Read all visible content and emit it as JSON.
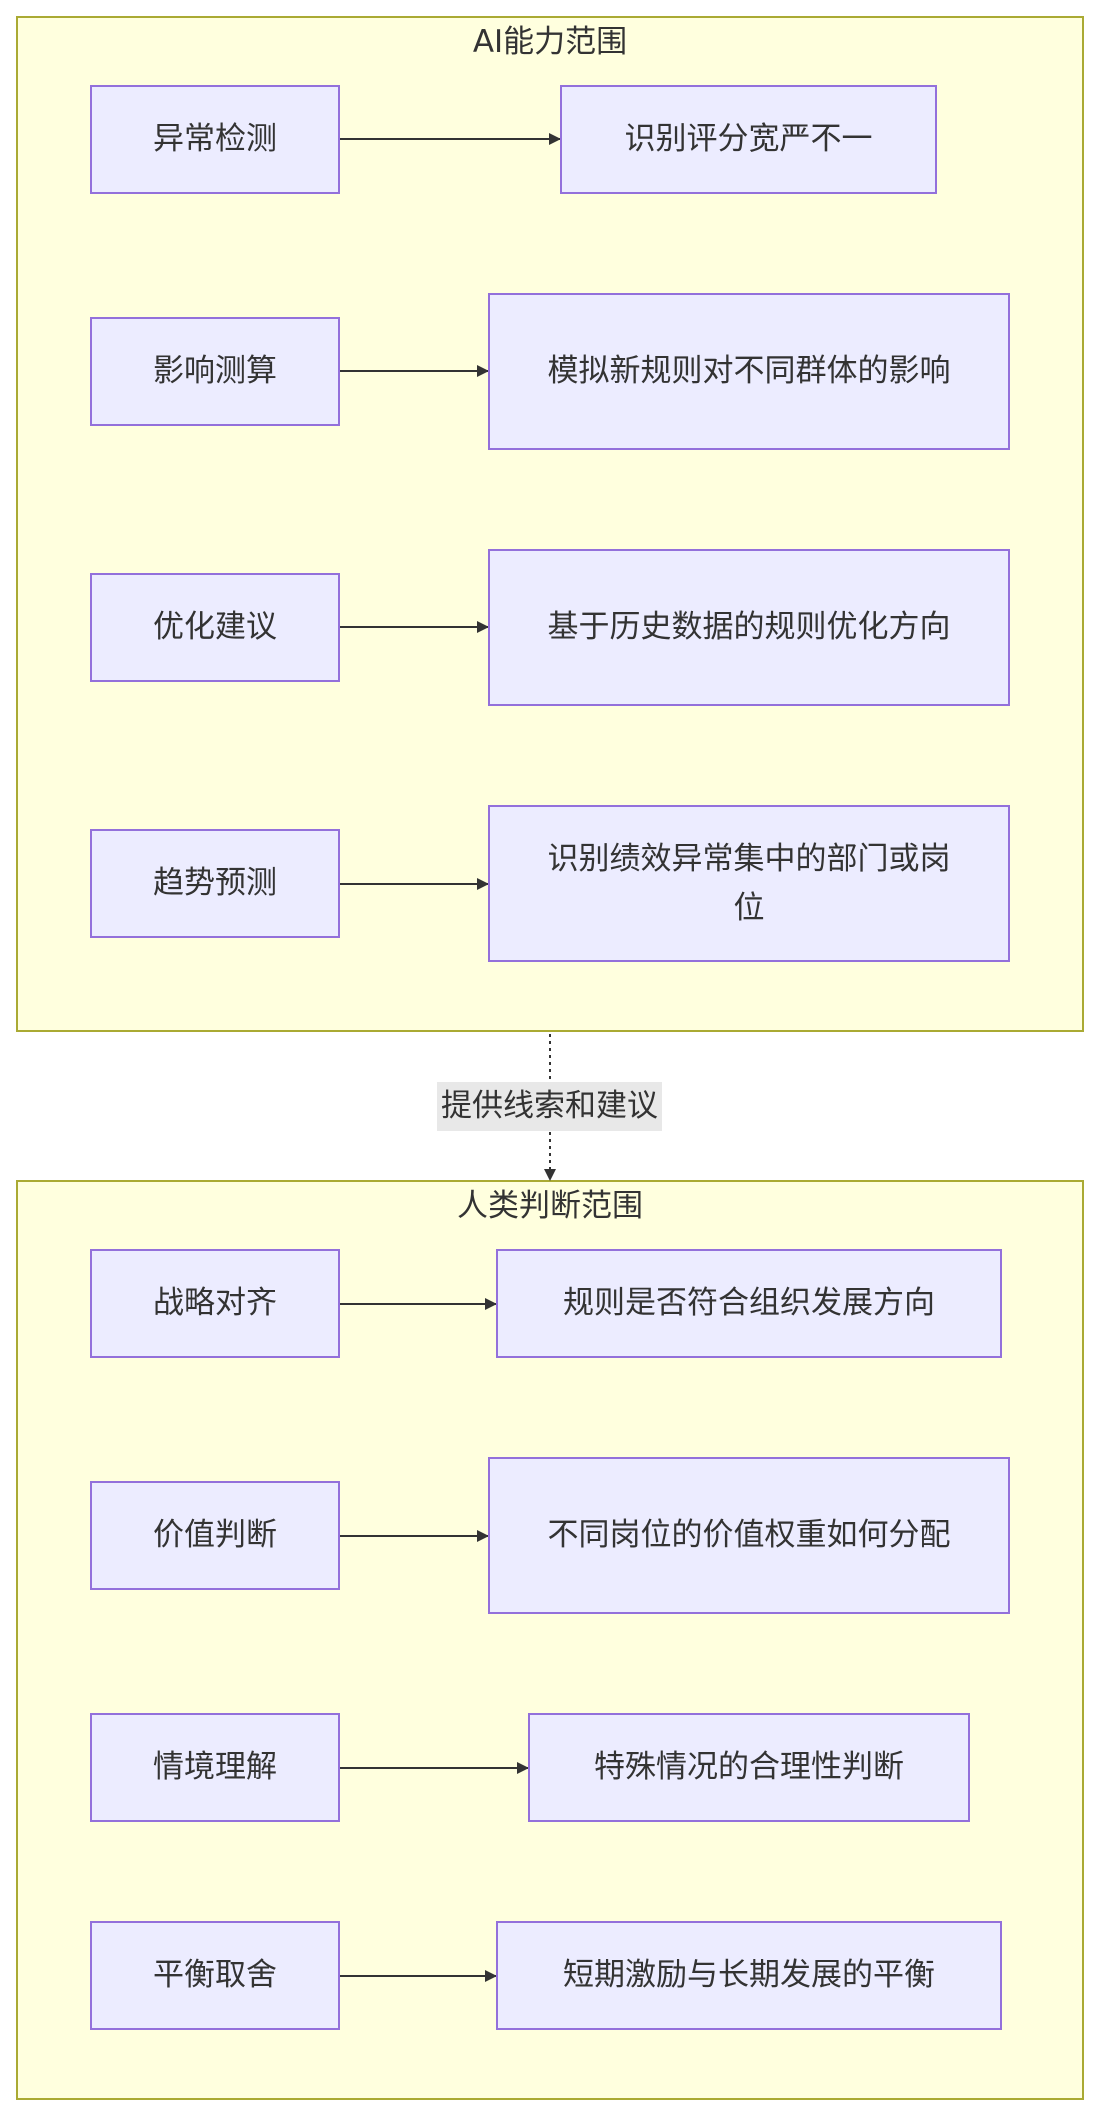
{
  "clusters": {
    "ai": {
      "title": "AI能力范围",
      "rows": [
        {
          "left": "异常检测",
          "right": "识别评分宽严不一"
        },
        {
          "left": "影响测算",
          "right": "模拟新规则对不同群体的影响"
        },
        {
          "left": "优化建议",
          "right": "基于历史数据的规则优化方向"
        },
        {
          "left": "趋势预测",
          "right": "识别绩效异常集中的部门或岗位"
        }
      ]
    },
    "human": {
      "title": "人类判断范围",
      "rows": [
        {
          "left": "战略对齐",
          "right": "规则是否符合组织发展方向"
        },
        {
          "left": "价值判断",
          "right": "不同岗位的价值权重如何分配"
        },
        {
          "left": "情境理解",
          "right": "特殊情况的合理性判断"
        },
        {
          "left": "平衡取舍",
          "right": "短期激励与长期发展的平衡"
        }
      ]
    }
  },
  "link": {
    "label": "提供线索和建议"
  },
  "colors": {
    "cluster_fill": "#ffffde",
    "cluster_stroke": "#aaaa33",
    "node_fill": "#ececff",
    "node_stroke": "#9370db",
    "edge": "#333333"
  }
}
